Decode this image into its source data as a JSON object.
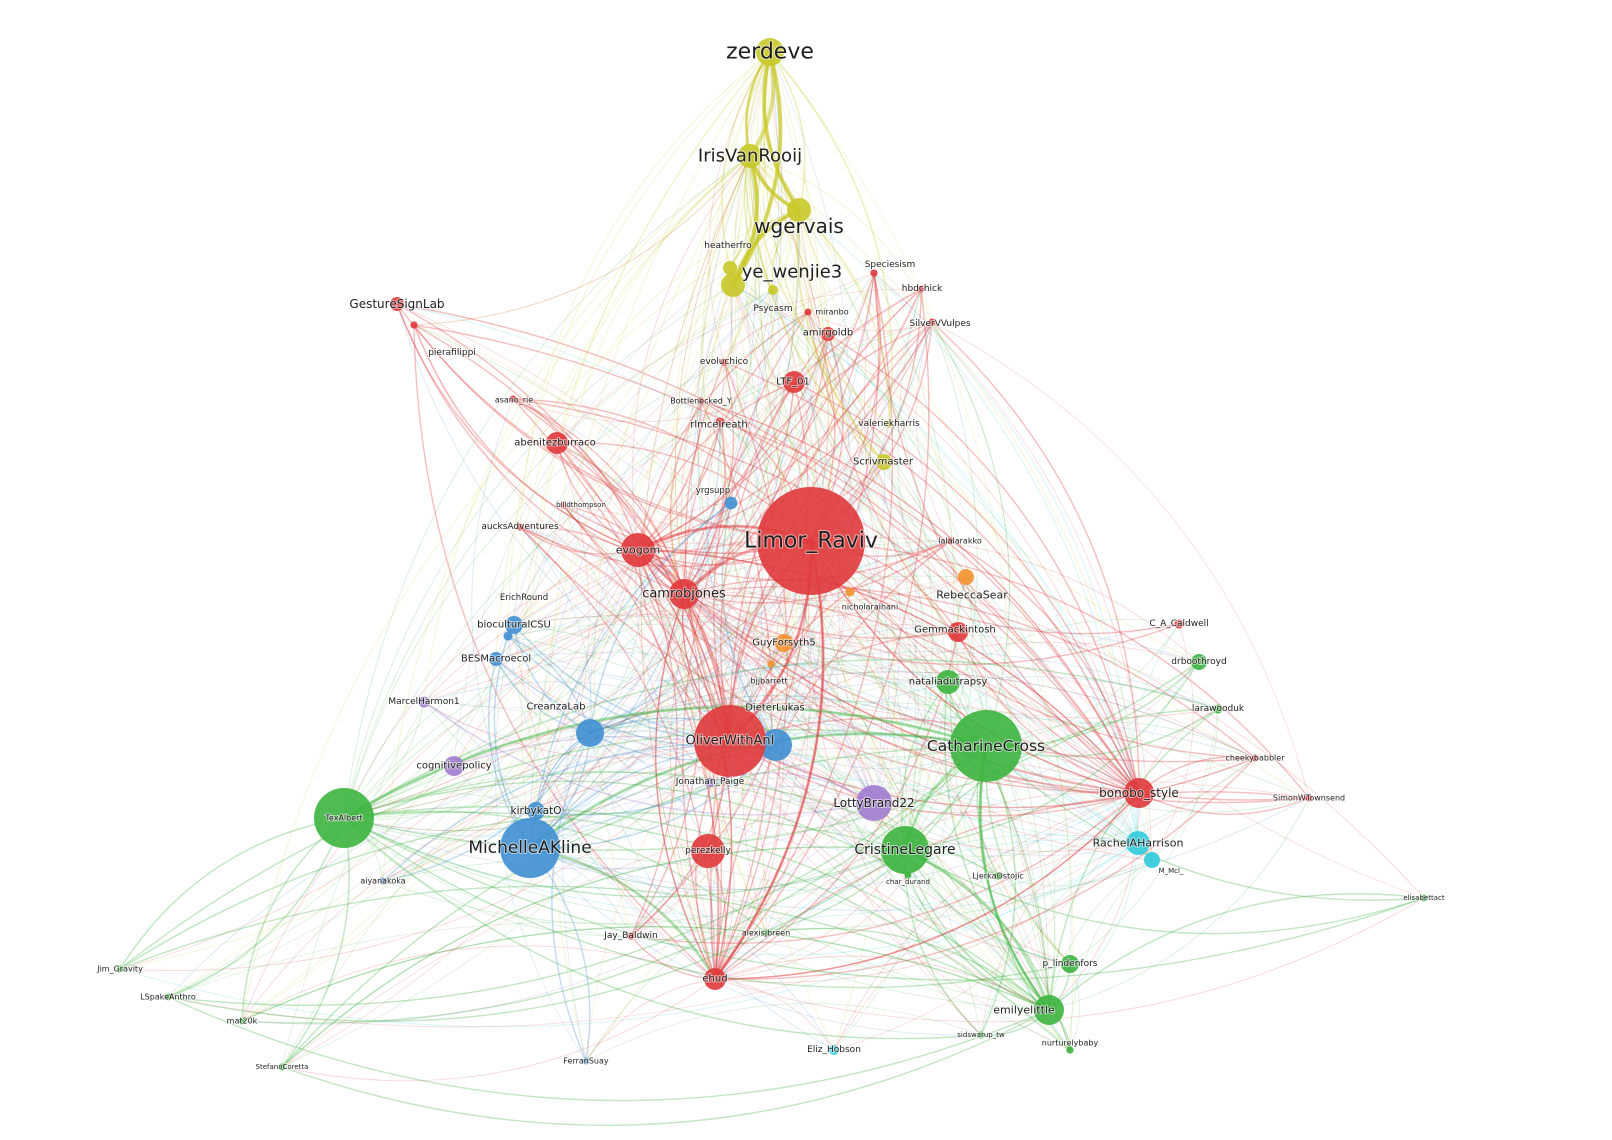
{
  "colors": {
    "red": "#e0383b",
    "green": "#3cb43f",
    "blue": "#3f8fd2",
    "yellow": "#c8c828",
    "purple": "#a07cd0",
    "orange": "#f3922f",
    "cyan": "#2fcbdc",
    "background": "#ffffff",
    "label": "#1f1f1f"
  },
  "nodes": [
    {
      "id": "zerdeve",
      "label": "zerdeve",
      "cluster": "yellow",
      "size": 22
    },
    {
      "id": "IrisVanRooij",
      "label": "IrisVanRooij",
      "cluster": "yellow",
      "size": 18
    },
    {
      "id": "wgervais",
      "label": "wgervais",
      "cluster": "yellow",
      "size": 20
    },
    {
      "id": "heatherfro",
      "label": "heatherfro",
      "cluster": "yellow",
      "size": 8
    },
    {
      "id": "ye_wenjie3",
      "label": "ye_wenjie3",
      "cluster": "yellow",
      "size": 18
    },
    {
      "id": "Speciesism",
      "label": "Speciesism",
      "cluster": "red",
      "size": 8
    },
    {
      "id": "hbdchick",
      "label": "hbdchick",
      "cluster": "red",
      "size": 8
    },
    {
      "id": "GestureSignLab",
      "label": "GestureSignLab",
      "cluster": "red",
      "size": 10
    },
    {
      "id": "Psycasm",
      "label": "Psycasm",
      "cluster": "yellow",
      "size": 6
    },
    {
      "id": "miranbo",
      "label": "miranbo",
      "cluster": "red",
      "size": 5
    },
    {
      "id": "SilverVVulpes",
      "label": "SilverVVulpes",
      "cluster": "red",
      "size": 6
    },
    {
      "id": "pierafilippi",
      "label": "pierafilippi",
      "cluster": "red",
      "size": 8
    },
    {
      "id": "amirgoldb",
      "label": "amirgoldb",
      "cluster": "red",
      "size": 10
    },
    {
      "id": "evoluchico",
      "label": "evoluchico",
      "cluster": "red",
      "size": 8
    },
    {
      "id": "LTF_01",
      "label": "LTF_01",
      "cluster": "red",
      "size": 14
    },
    {
      "id": "asano_rie",
      "label": "asano_rie",
      "cluster": "red",
      "size": 6
    },
    {
      "id": "Bottlenecked_Y",
      "label": "Bottlenecked_Y",
      "cluster": "red",
      "size": 6
    },
    {
      "id": "rlmcelreath",
      "label": "rlmcelreath",
      "cluster": "red",
      "size": 10
    },
    {
      "id": "valeriekharris",
      "label": "valeriekharris",
      "cluster": "yellow",
      "size": 6
    },
    {
      "id": "abenitezburraco",
      "label": "abenitezburraco",
      "cluster": "red",
      "size": 14
    },
    {
      "id": "Scrivmaster",
      "label": "Scrivmaster",
      "cluster": "yellow",
      "size": 12
    },
    {
      "id": "yrgsupp",
      "label": "yrgsupp",
      "cluster": "blue",
      "size": 14
    },
    {
      "id": "billdthompson",
      "label": "billdthompson",
      "cluster": "red",
      "size": 6
    },
    {
      "id": "aucksAdventures",
      "label": "aucksAdventures",
      "cluster": "red",
      "size": 8
    },
    {
      "id": "Limor_Raviv",
      "label": "Limor_Raviv",
      "cluster": "red",
      "size": 110
    },
    {
      "id": "lalalarakko",
      "label": "lalalarakko",
      "cluster": "red",
      "size": 6
    },
    {
      "id": "evogom",
      "label": "evogom",
      "cluster": "red",
      "size": 30
    },
    {
      "id": "camrobjones",
      "label": "camrobjones",
      "cluster": "red",
      "size": 28
    },
    {
      "id": "RebeccaSear",
      "label": "RebeccaSear",
      "cluster": "orange",
      "size": 16
    },
    {
      "id": "ErichRound",
      "label": "ErichRound",
      "cluster": "blue",
      "size": 10
    },
    {
      "id": "nicholaraihani",
      "label": "nicholaraihani",
      "cluster": "orange",
      "size": 10
    },
    {
      "id": "C_A_Caldwell",
      "label": "C_A_Caldwell",
      "cluster": "red",
      "size": 10
    },
    {
      "id": "bioculturalCSU",
      "label": "bioculturalCSU",
      "cluster": "blue",
      "size": 18
    },
    {
      "id": "Gemmackintosh",
      "label": "Gemmackintosh",
      "cluster": "red",
      "size": 20
    },
    {
      "id": "GuyForsyth5",
      "label": "GuyForsyth5",
      "cluster": "orange",
      "size": 16
    },
    {
      "id": "drboothroyd",
      "label": "drboothroyd",
      "cluster": "green",
      "size": 14
    },
    {
      "id": "BESMacroecol",
      "label": "BESMacroecol",
      "cluster": "blue",
      "size": 18
    },
    {
      "id": "bjjbarrett",
      "label": "bjjbarrett",
      "cluster": "orange",
      "size": 8
    },
    {
      "id": "nataliadutrapsy",
      "label": "nataliadutrapsy",
      "cluster": "green",
      "size": 24
    },
    {
      "id": "MarcelHarmon1",
      "label": "MarcelHarmon1",
      "cluster": "purple",
      "size": 12
    },
    {
      "id": "larawooduk",
      "label": "larawooduk",
      "cluster": "green",
      "size": 10
    },
    {
      "id": "CreanzaLab",
      "label": "CreanzaLab",
      "cluster": "blue",
      "size": 26
    },
    {
      "id": "DieterLukas",
      "label": "DieterLukas",
      "cluster": "blue",
      "size": 24
    },
    {
      "id": "OliverWithAnI",
      "label": "OliverWithAnI",
      "cluster": "red",
      "size": 52
    },
    {
      "id": "CatharineCross",
      "label": "CatharineCross",
      "cluster": "green",
      "size": 72
    },
    {
      "id": "cheekybabbler",
      "label": "cheekybabbler",
      "cluster": "red",
      "size": 6
    },
    {
      "id": "cognitivepolicy",
      "label": "cognitivepolicy",
      "cluster": "purple",
      "size": 18
    },
    {
      "id": "Jonathan_Paige",
      "label": "Jonathan_Paige",
      "cluster": "purple",
      "size": 10
    },
    {
      "id": "bonobo_style",
      "label": "bonobo_style",
      "cluster": "red",
      "size": 30
    },
    {
      "id": "SimonWTownsend",
      "label": "SimonWTownsend",
      "cluster": "red",
      "size": 6
    },
    {
      "id": "LottyBrand22",
      "label": "LottyBrand22",
      "cluster": "purple",
      "size": 38
    },
    {
      "id": "kirbykatO",
      "label": "kirbykatO",
      "cluster": "blue",
      "size": 14
    },
    {
      "id": "TexAlbert",
      "label": "TexAlbert",
      "cluster": "green",
      "size": 6
    },
    {
      "id": "MichelleAKline",
      "label": "MichelleAKline",
      "cluster": "blue",
      "size": 62
    },
    {
      "id": "perezkelly",
      "label": "perezkelly",
      "cluster": "red",
      "size": 8
    },
    {
      "id": "CristineLegare",
      "label": "CristineLegare",
      "cluster": "green",
      "size": 50
    },
    {
      "id": "RachelAHarrison",
      "label": "RachelAHarrison",
      "cluster": "cyan",
      "size": 28
    },
    {
      "id": "aiyanakoka",
      "label": "aiyanakoka",
      "cluster": "blue",
      "size": 6
    },
    {
      "id": "char_durand",
      "label": "char_durand",
      "cluster": "green",
      "size": 6
    },
    {
      "id": "LjerkaOstojic",
      "label": "LjerkaOstojic",
      "cluster": "green",
      "size": 8
    },
    {
      "id": "M_Mcl_",
      "label": "M_Mcl_",
      "cluster": "cyan",
      "size": 14
    },
    {
      "id": "elisabettact",
      "label": "elisabettact",
      "cluster": "green",
      "size": 5
    },
    {
      "id": "Jay_Baldwin",
      "label": "Jay_Baldwin",
      "cluster": "red",
      "size": 8
    },
    {
      "id": "alexisjbreen",
      "label": "alexisjbreen",
      "cluster": "green",
      "size": 6
    },
    {
      "id": "Jim_Gravity",
      "label": "Jim_Gravity",
      "cluster": "green",
      "size": 6
    },
    {
      "id": "p_lindenfors",
      "label": "p_lindenfors",
      "cluster": "green",
      "size": 14
    },
    {
      "id": "LSpakeAnthro",
      "label": "LSpakeAnthro",
      "cluster": "green",
      "size": 6
    },
    {
      "id": "ehud",
      "label": "ehud",
      "cluster": "red",
      "size": 18
    },
    {
      "id": "emilyelittle",
      "label": "emilyelittle",
      "cluster": "green",
      "size": 22
    },
    {
      "id": "mat20k",
      "label": "mat20k",
      "cluster": "green",
      "size": 6
    },
    {
      "id": "sidswarup_tw",
      "label": "sidswarup_tw",
      "cluster": "green",
      "size": 5
    },
    {
      "id": "nurturelybaby",
      "label": "nurturelybaby",
      "cluster": "green",
      "size": 8
    },
    {
      "id": "StefanoCoretta",
      "label": "StefanoCoretta",
      "cluster": "green",
      "size": 5
    },
    {
      "id": "FerranSuay",
      "label": "FerranSuay",
      "cluster": "blue",
      "size": 5
    },
    {
      "id": "Eliz_Hobson",
      "label": "Eliz_Hobson",
      "cluster": "cyan",
      "size": 8
    }
  ]
}
